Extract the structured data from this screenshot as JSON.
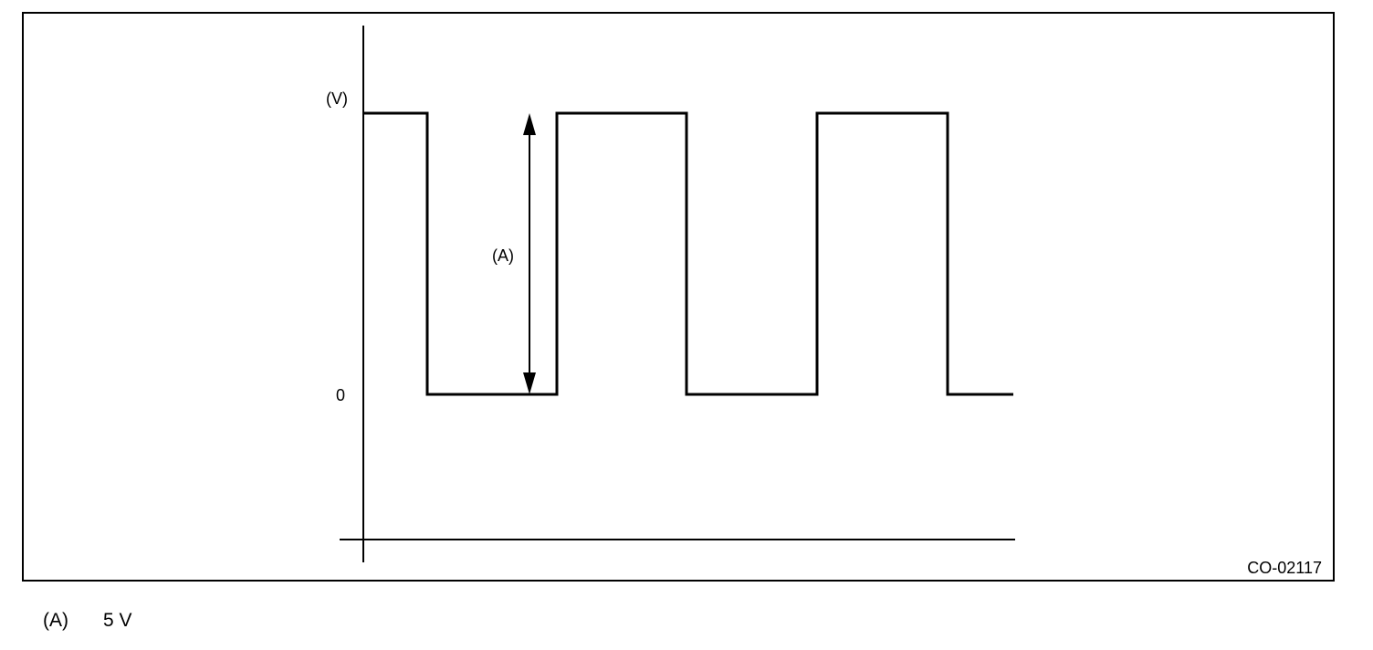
{
  "diagram": {
    "y_axis_unit_label": "(V)",
    "zero_label": "0",
    "amplitude_marker_label": "(A)",
    "figure_code": "CO-02117"
  },
  "legend": {
    "items": [
      {
        "key": "(A)",
        "value": "5 V"
      }
    ]
  }
}
